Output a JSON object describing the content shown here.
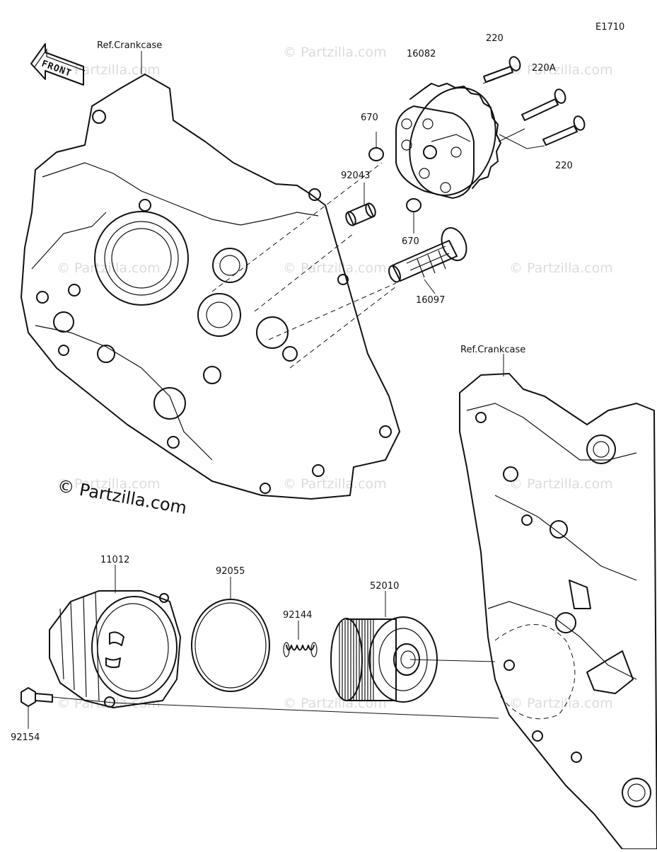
{
  "diagram_code": "E1710",
  "watermark": "© Partzilla.com",
  "copyright": "© Partzilla.com",
  "front_label": "FRONT",
  "refs": {
    "crankcase_top": "Ref.Crankcase",
    "crankcase_right": "Ref.Crankcase"
  },
  "parts": {
    "p220_top": "220",
    "p220a": "220A",
    "p220_bottom": "220",
    "p16082": "16082",
    "p670_top": "670",
    "p670_bottom": "670",
    "p92043": "92043",
    "p16097": "16097",
    "p11012": "11012",
    "p92055": "92055",
    "p92144": "92144",
    "p52010": "52010",
    "p92154": "92154"
  }
}
